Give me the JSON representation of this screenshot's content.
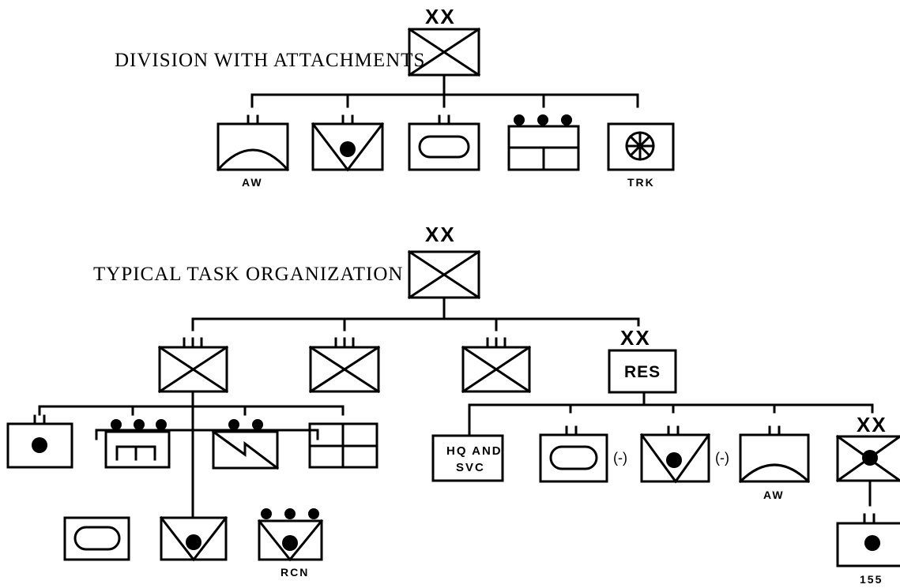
{
  "diagram_top": {
    "title": "DIVISION WITH ATTACHMENTS",
    "echelon": "XX",
    "units": [
      {
        "symbol": "air-defense",
        "label": "AW"
      },
      {
        "symbol": "mechanized-infantry",
        "label": ""
      },
      {
        "symbol": "armor",
        "label": ""
      },
      {
        "symbol": "engineer",
        "label": ""
      },
      {
        "symbol": "transportation",
        "label": "TRK"
      }
    ]
  },
  "diagram_bottom": {
    "title": "TYPICAL TASK ORGANIZATION",
    "echelon": "XX",
    "reserve": {
      "echelon": "XX",
      "label": "RES"
    },
    "hq_label_line1": "HQ AND",
    "hq_label_line2": "SVC",
    "armor_modifier": "(-)",
    "mech_modifier": "(-)",
    "air_defense_label": "AW",
    "recon_label": "RCN",
    "artillery_echelon": "XX",
    "artillery_label": "155"
  },
  "colors": {
    "ink": "#000000",
    "paper": "#ffffff"
  }
}
